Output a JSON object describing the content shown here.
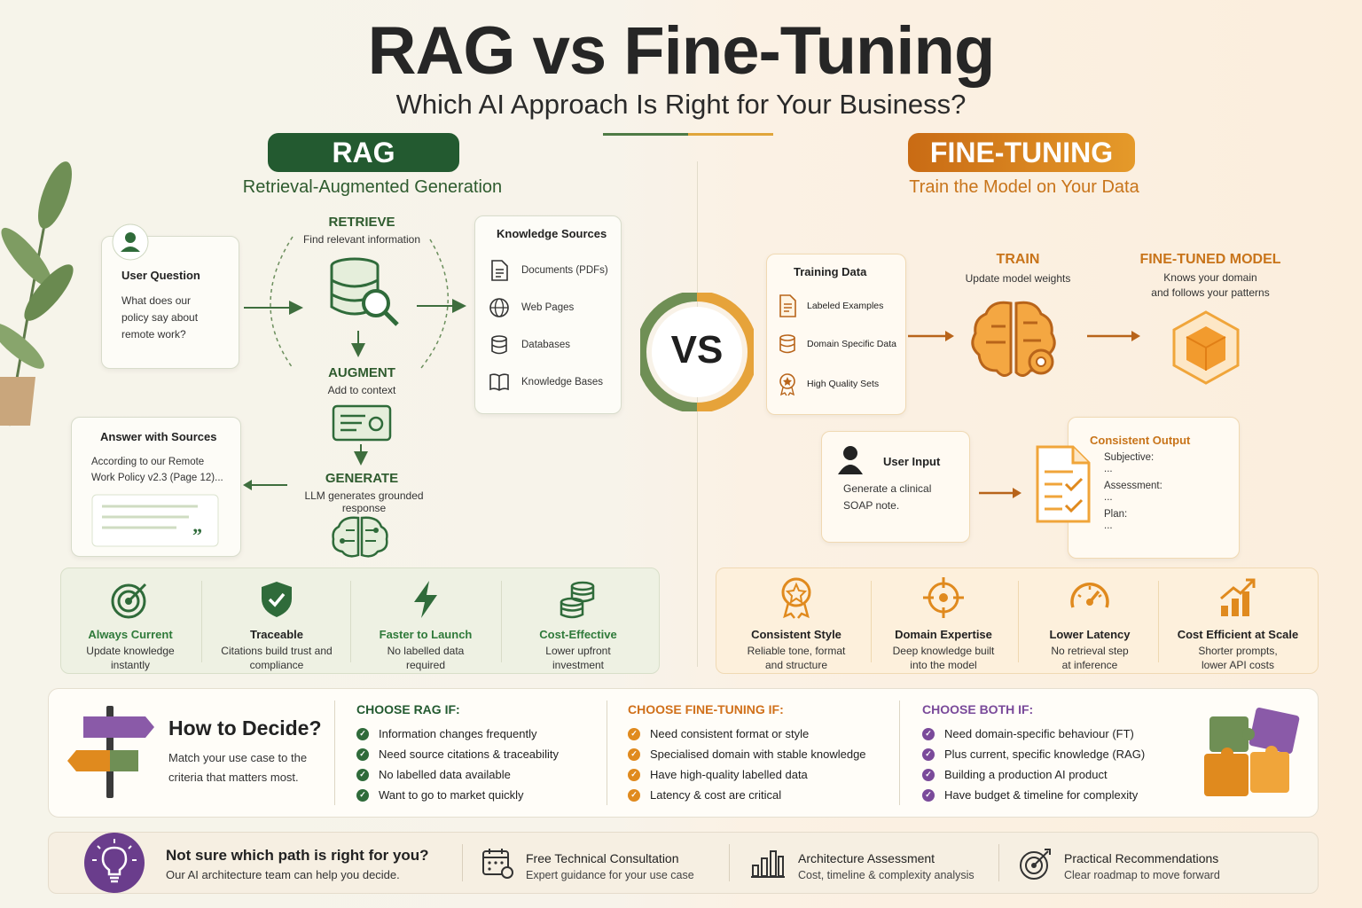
{
  "header": {
    "title": "RAG vs Fine-Tuning",
    "subtitle": "Which AI Approach Is Right for Your Business?"
  },
  "rag": {
    "pill": "RAG",
    "subtitle": "Retrieval-Augmented Generation",
    "user_question": {
      "title": "User Question",
      "text": "What does our policy say about remote work?"
    },
    "retrieve": {
      "title": "RETRIEVE",
      "sub": "Find relevant information"
    },
    "augment": {
      "title": "AUGMENT",
      "sub": "Add to context"
    },
    "generate": {
      "title": "GENERATE",
      "sub": "LLM generates grounded response"
    },
    "knowledge": {
      "title": "Knowledge Sources",
      "items": [
        "Documents (PDFs)",
        "Web Pages",
        "Databases",
        "Knowledge Bases"
      ]
    },
    "answer": {
      "title": "Answer with Sources",
      "text": "According to our Remote Work Policy v2.3 (Page 12)..."
    },
    "features": [
      {
        "title": "Always Current",
        "desc": "Update knowledge instantly"
      },
      {
        "title": "Traceable",
        "desc": "Citations build trust and compliance"
      },
      {
        "title": "Faster to Launch",
        "desc": "No labelled data required"
      },
      {
        "title": "Cost-Effective",
        "desc": "Lower upfront investment"
      }
    ]
  },
  "vs": "VS",
  "ft": {
    "pill": "FINE-TUNING",
    "subtitle": "Train the Model on Your Data",
    "training": {
      "title": "Training Data",
      "items": [
        "Labeled Examples",
        "Domain Specific Data",
        "High Quality Sets"
      ]
    },
    "train": {
      "title": "TRAIN",
      "sub": "Update model weights"
    },
    "model": {
      "title": "FINE-TUNED MODEL",
      "sub1": "Knows your domain",
      "sub2": "and follows your patterns"
    },
    "user_input": {
      "title": "User Input",
      "text": "Generate a clinical SOAP note."
    },
    "output": {
      "title": "Consistent Output",
      "lines": [
        "Subjective:",
        "...",
        "Assessment:",
        "...",
        "Plan:",
        "..."
      ]
    },
    "features": [
      {
        "title": "Consistent Style",
        "desc": "Reliable tone, format and structure"
      },
      {
        "title": "Domain Expertise",
        "desc": "Deep knowledge built into the model"
      },
      {
        "title": "Lower Latency",
        "desc": "No retrieval step at inference"
      },
      {
        "title": "Cost Efficient at Scale",
        "desc": "Shorter prompts, lower API costs"
      }
    ]
  },
  "decide": {
    "title": "How to Decide?",
    "text": "Match your use case to the criteria that matters most.",
    "rag_head": "CHOOSE RAG IF:",
    "rag_items": [
      "Information changes frequently",
      "Need source citations & traceability",
      "No labelled data available",
      "Want to go to market quickly"
    ],
    "ft_head": "CHOOSE FINE-TUNING IF:",
    "ft_items": [
      "Need consistent format or style",
      "Specialised domain with stable knowledge",
      "Have high-quality labelled data",
      "Latency & cost are critical"
    ],
    "both_head": "CHOOSE BOTH IF:",
    "both_items": [
      "Need domain-specific behaviour (FT)",
      "Plus current, specific knowledge (RAG)",
      "Building a production AI product",
      "Have budget & timeline for complexity"
    ]
  },
  "footer": {
    "title": "Not sure which path is right for you?",
    "text": "Our AI architecture team can help you decide.",
    "items": [
      {
        "title": "Free Technical Consultation",
        "desc": "Expert guidance for your use case"
      },
      {
        "title": "Architecture Assessment",
        "desc": "Cost, timeline & complexity analysis"
      },
      {
        "title": "Practical Recommendations",
        "desc": "Clear roadmap to move forward"
      }
    ]
  },
  "colors": {
    "rag_green": "#235a30",
    "ft_orange": "#e08a1e",
    "both_purple": "#7a4a9a"
  }
}
